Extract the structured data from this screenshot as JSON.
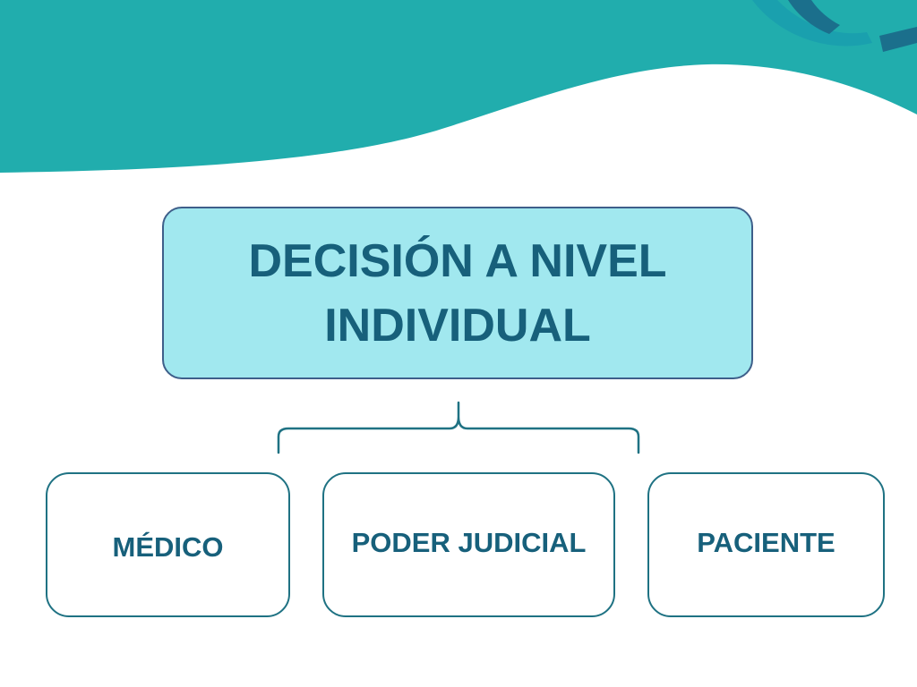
{
  "theme": {
    "wave_color": "#21adad",
    "wave_accent_dark": "#1b6f8c",
    "box_fill": "#a1e8ef",
    "box_border": "#3e5f8a",
    "node_border": "#1f7283",
    "text_color": "#17607b"
  },
  "main": {
    "title_line1": "DECISIÓN A NIVEL",
    "title_line2": "INDIVIDUAL"
  },
  "nodes": {
    "medico": "MÉDICO",
    "poder_judicial": "PODER JUDICIAL",
    "paciente": "PACIENTE"
  }
}
